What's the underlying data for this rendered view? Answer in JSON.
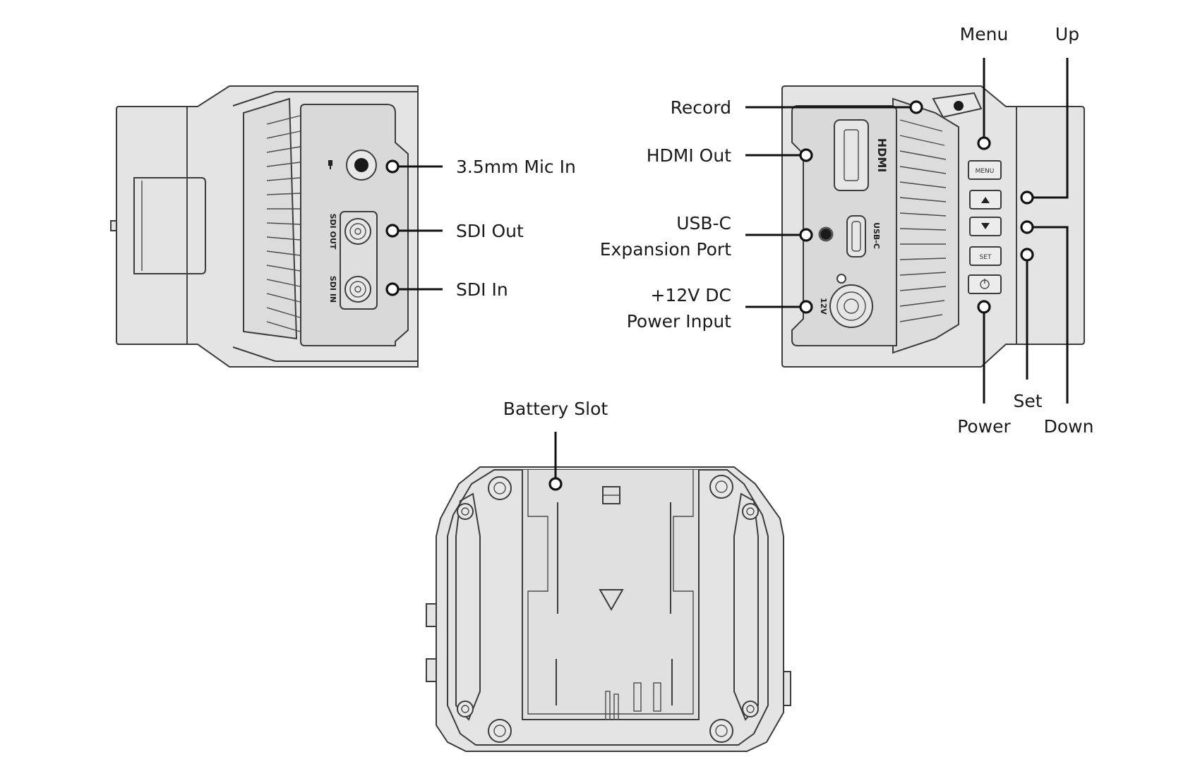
{
  "labels": {
    "mic_in": "3.5mm Mic In",
    "sdi_out": "SDI Out",
    "sdi_in": "SDI In",
    "record": "Record",
    "hdmi_out": "HDMI Out",
    "usb_c_line1": "USB-C",
    "usb_c_line2": "Expansion Port",
    "power_in_line1": "+12V DC",
    "power_in_line2": "Power Input",
    "menu": "Menu",
    "up": "Up",
    "set": "Set",
    "down": "Down",
    "power": "Power",
    "battery_slot": "Battery Slot"
  },
  "device_marks": {
    "sdi_out": "SDI OUT",
    "sdi_in": "SDI IN",
    "hdmi": "HDMI",
    "usb_c": "USB-C",
    "dc_12v": "12V",
    "menu_btn": "MENU",
    "set_btn": "SET"
  }
}
